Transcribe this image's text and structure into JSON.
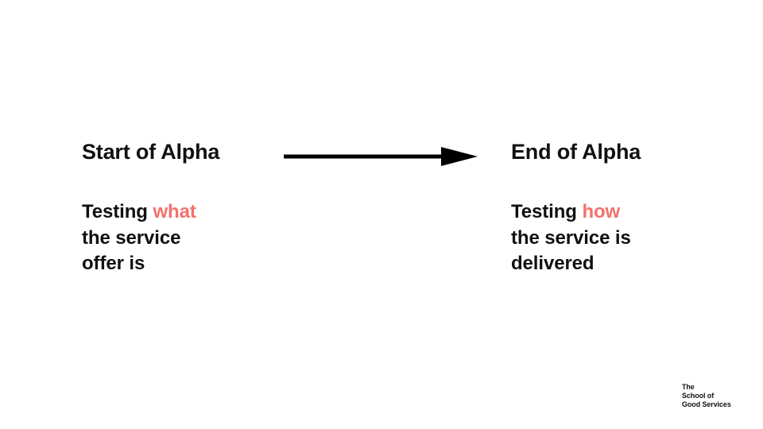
{
  "slide": {
    "background_color": "#ffffff",
    "accent_color": "#f4716c",
    "text_color": "#111111"
  },
  "columns": {
    "left": {
      "heading": "Start of Alpha",
      "body_prefix": "Testing ",
      "body_accent": "what",
      "body_rest_line1": "the service",
      "body_rest_line2": "offer is"
    },
    "right": {
      "heading": "End of Alpha",
      "body_prefix": "Testing ",
      "body_accent": "how",
      "body_rest_line1": "the service is",
      "body_rest_line2": "delivered"
    }
  },
  "connector": {
    "icon": "right-arrow-icon",
    "direction": "right",
    "color": "#000000"
  },
  "logo": {
    "line1": "The",
    "line2": "School of",
    "line3": "Good Services"
  }
}
